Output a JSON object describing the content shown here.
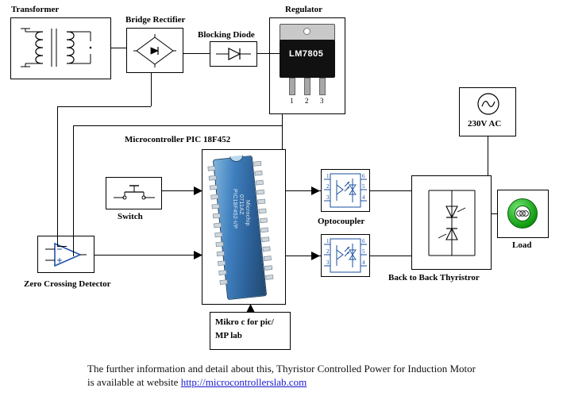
{
  "diagram": {
    "title": "Thyristor Controlled Power for Induction Motor block diagram",
    "blocks": [
      {
        "id": "transformer",
        "label": "Transformer",
        "icon": "transformer-icon"
      },
      {
        "id": "bridge_rectifier",
        "label": "Bridge Rectifier",
        "icon": "bridge-rectifier-icon"
      },
      {
        "id": "blocking_diode",
        "label": "Blocking Diode",
        "icon": "diode-icon"
      },
      {
        "id": "regulator",
        "label": "Regulator",
        "icon": "voltage-regulator-icon"
      },
      {
        "id": "microcontroller",
        "label": "Microcontroller PIC 18F452",
        "icon": "dip-ic-icon"
      },
      {
        "id": "switch",
        "label": "Switch",
        "icon": "push-button-icon"
      },
      {
        "id": "zero_crossing_detector",
        "label": "Zero Crossing Detector",
        "icon": "op-amp-icon"
      },
      {
        "id": "optocoupler",
        "label": "Optocoupler",
        "icon": "optocoupler-icon"
      },
      {
        "id": "back_to_back_thyristor",
        "label": "Back to Back Thyristror",
        "icon": "thyristor-icon"
      },
      {
        "id": "ac_source",
        "label": "230V AC",
        "icon": "ac-source-icon"
      },
      {
        "id": "load",
        "label": "Load",
        "icon": "motor-icon"
      },
      {
        "id": "mikro_c",
        "label_line1": "Mikro c for pic/",
        "label_line2": "MP lab",
        "icon": "software-note-icon"
      }
    ],
    "regulator": {
      "part_number": "LM7805",
      "pins": [
        "1",
        "2",
        "3"
      ]
    },
    "chip": {
      "marking_line1": "PIC18F452-I/P",
      "marking_line2": "0711AZ",
      "marking_line3": "Microchip"
    },
    "optocoupler_pins": {
      "left": [
        "1",
        "2",
        "3"
      ],
      "right": [
        "6",
        "5",
        "4"
      ]
    }
  },
  "footer": {
    "line1": "The further information and detail about this, Thyristor Controlled Power for Induction Motor",
    "line2_prefix": "is available at website ",
    "link_text": "http://microcontrollerslab.com"
  },
  "colors": {
    "chip_blue": "#3f7fbe",
    "motor_green": "#0f9b0f",
    "link_blue": "#1a1acc",
    "regulator_black": "#111111",
    "line": "#000000"
  }
}
